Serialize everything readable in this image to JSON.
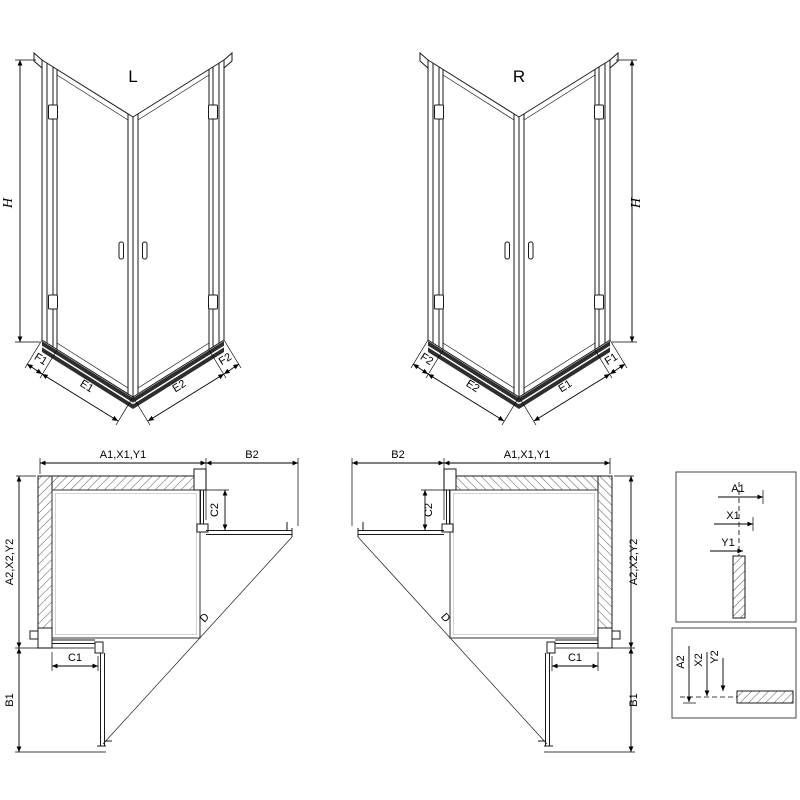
{
  "perspective_left": {
    "variant_label": "L",
    "height_label": "H",
    "bottom_dims": [
      "F1",
      "E1",
      "E2",
      "F2"
    ]
  },
  "perspective_right": {
    "variant_label": "R",
    "height_label": "H",
    "bottom_dims": [
      "F2",
      "E2",
      "E1",
      "F1"
    ]
  },
  "plan_left": {
    "top_span_1": "A1,X1,Y1",
    "top_span_2": "B2",
    "door_offset_top": "C2",
    "side_span_1": "A2,X2,Y2",
    "side_span_2": "B1",
    "door_offset_side": "C1",
    "diagonal": "D"
  },
  "plan_right": {
    "top_span_1": "B2",
    "top_span_2": "A1,X1,Y1",
    "door_offset_top": "C2",
    "side_span_1": "A2,X2,Y2",
    "side_span_2": "B1",
    "door_offset_side": "C1",
    "diagonal": "D"
  },
  "detail_top": {
    "dims": [
      "A1",
      "X1",
      "Y1"
    ]
  },
  "detail_bottom": {
    "dims": [
      "A2",
      "X2",
      "Y2"
    ]
  }
}
